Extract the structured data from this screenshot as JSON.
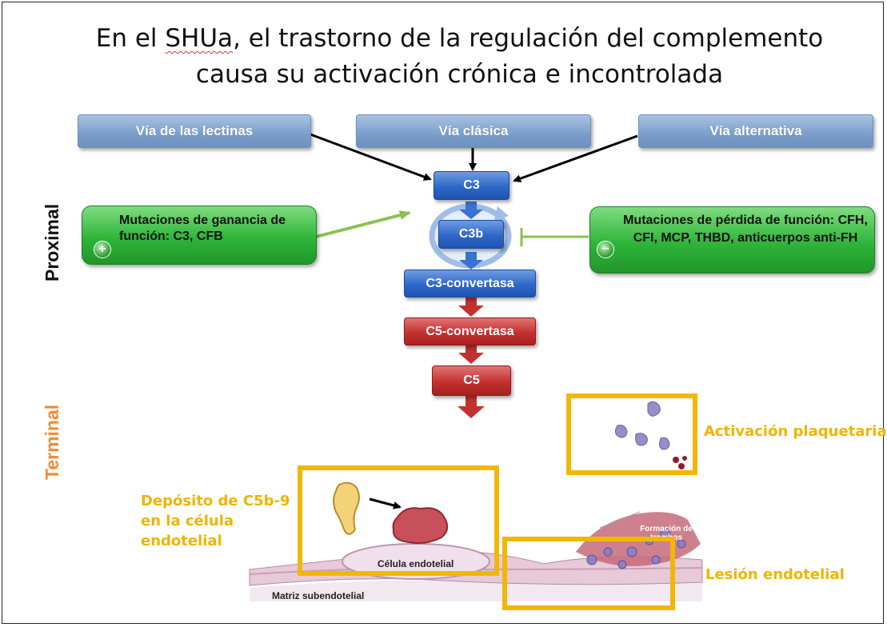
{
  "title": {
    "pre": "En el ",
    "acronym": "SHUa",
    "post": ", el trastorno de la regulación del complemento",
    "line2": "causa su activación crónica e incontrolada"
  },
  "pathways": {
    "lectin": "Vía de las lectinas",
    "classic": "Vía clásica",
    "alternative": "Vía alternativa"
  },
  "cascade": {
    "c3": "C3",
    "c3b": "C3b",
    "c3_convertase": "C3-convertasa",
    "c5_convertase": "C5-convertasa",
    "c5": "C5"
  },
  "mutations": {
    "gain": {
      "sign": "+",
      "text": "Mutaciones de ganancia de función: C3, CFB"
    },
    "loss": {
      "sign": "−",
      "text": "Mutaciones de pérdida de función: CFH, CFI, MCP, THBD, anticuerpos anti-FH"
    }
  },
  "phases": {
    "proximal": "Proximal",
    "terminal": "Terminal"
  },
  "outcomes": {
    "platelet": "Activación plaquetaria",
    "deposit_l1": "Depósito de C5b-9",
    "deposit_l2": "en la célula",
    "deposit_l3": "endotelial",
    "injury": "Lesión endotelial"
  },
  "image_labels": {
    "cell": "Célula endotelial",
    "matrix": "Matriz subendotelial",
    "thrombus": "Formación de trombos"
  },
  "colors": {
    "pathway_blue": "#7b9dcb",
    "cascade_blue": "#2f67c8",
    "cascade_red": "#c3312f",
    "mutation_green": "#2fb53a",
    "highlight_yellow": "#f2b705",
    "terminal_orange": "#f28a30",
    "gain_arrow": "#8cc152",
    "loss_inhibitor": "#8cc152"
  }
}
